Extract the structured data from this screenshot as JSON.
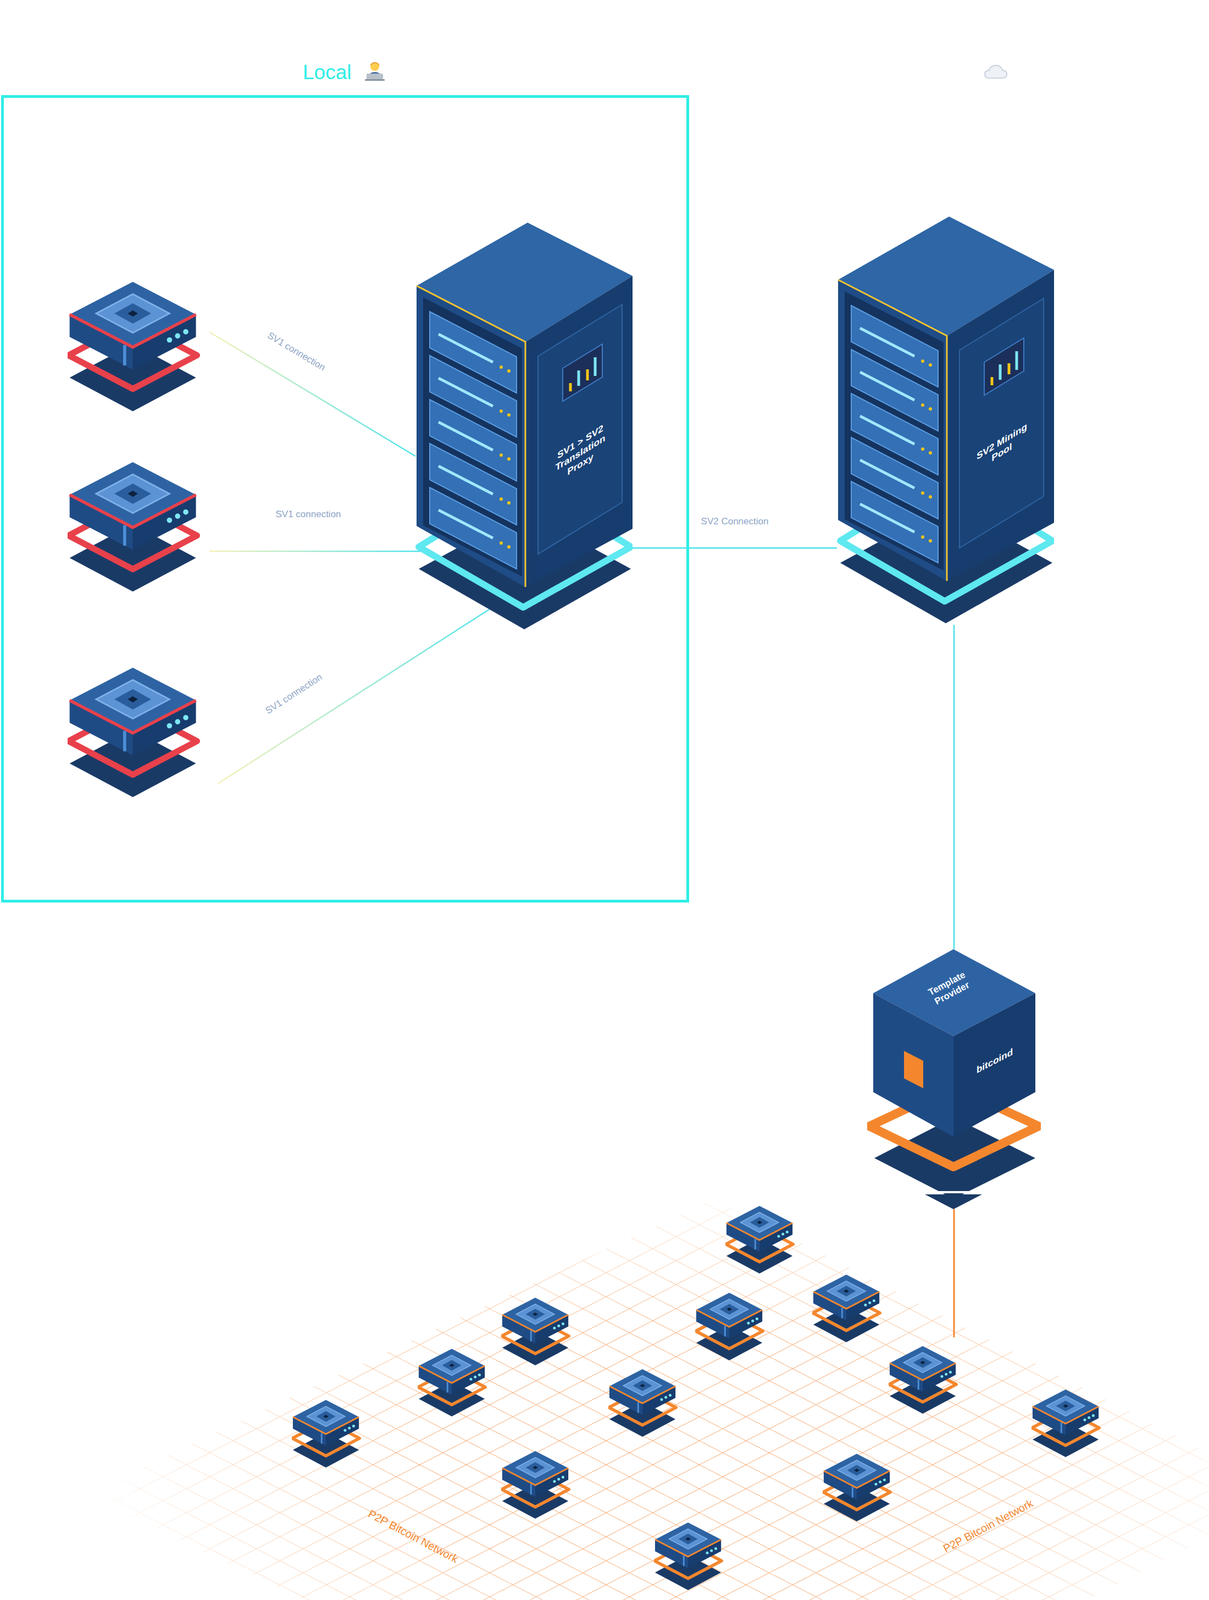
{
  "diagram": {
    "nodes": [
      {
        "text": [
          "Local"
        ]
      },
      {
        "text": [
          "SV1 > SV2 Translation Proxy"
        ],
        "in": 0
      },
      {
        "text": [
          "SV2 Mining Pool"
        ]
      },
      {
        "text": [
          "Template Provider",
          "bitcoind"
        ]
      },
      {
        "text": [
          "P2P Bitcoin Network",
          "P2P Bitcoin Network"
        ]
      }
    ],
    "edges": [
      {
        "from": 1,
        "to": 2,
        "label": "SV2 Connection",
        "arrow": "none"
      },
      {
        "from": 2,
        "to": 3,
        "arrow": "none"
      },
      {
        "from": 3,
        "to": 4,
        "arrow": "none"
      }
    ],
    "labels": [
      "SV1 connection",
      "SV1 connection",
      "SV1 connection"
    ]
  }
}
